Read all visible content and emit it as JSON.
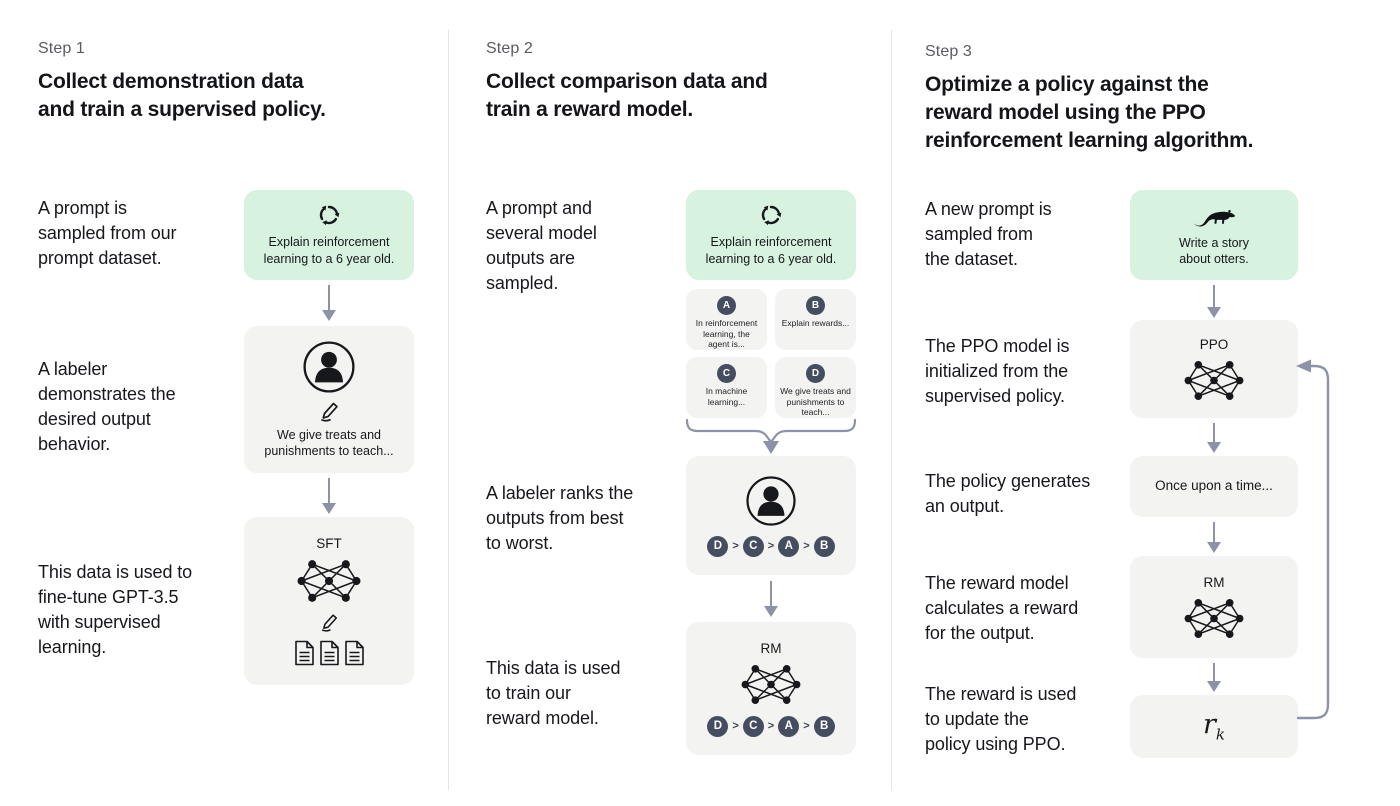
{
  "colors": {
    "prompt_box_green": "#d7f2de",
    "model_box_gray": "#f3f3f1",
    "arrow_gray": "#8d92a8",
    "badge_dark": "#454d60",
    "divider_gray": "#e5e5e4"
  },
  "step1": {
    "label": "Step 1",
    "title": "Collect demonstration data\nand train a supervised policy.",
    "caption_prompt": "A prompt is\nsampled from our\nprompt dataset.",
    "caption_labeler": "A labeler\ndemonstrates the\ndesired output\nbehavior.",
    "caption_finetune": "This data is used to\nfine-tune GPT-3.5\nwith supervised\nlearning.",
    "prompt_text": "Explain reinforcement\nlearning to a 6 year old.",
    "demo_text": "We give treats and\npunishments to teach...",
    "model_label": "SFT"
  },
  "step2": {
    "label": "Step 2",
    "title": "Collect comparison data and\ntrain a reward model.",
    "caption_prompt": "A prompt and\nseveral model\noutputs are\nsampled.",
    "caption_rank": "A labeler ranks the\noutputs from best\nto worst.",
    "caption_train": "This data is used\nto train our\nreward model.",
    "prompt_text": "Explain reinforcement\nlearning to a 6 year old.",
    "outputs": [
      {
        "badge": "A",
        "text": "In reinforcement\nlearning, the\nagent is..."
      },
      {
        "badge": "B",
        "text": "Explain rewards..."
      },
      {
        "badge": "C",
        "text": "In machine\nlearning..."
      },
      {
        "badge": "D",
        "text": "We give treats and\npunishments to\nteach..."
      }
    ],
    "ranking": [
      "D",
      "C",
      "A",
      "B"
    ],
    "ranking_separator": ">",
    "model_label": "RM"
  },
  "step3": {
    "label": "Step 3",
    "title": "Optimize a policy against the\nreward model using the PPO\nreinforcement learning algorithm.",
    "caption_prompt": "A new prompt is\nsampled from\nthe dataset.",
    "caption_init": "The PPO model is\ninitialized from the\nsupervised policy.",
    "caption_output": "The policy generates\nan output.",
    "caption_reward": "The reward model\ncalculates a reward\nfor the output.",
    "caption_update": "The reward is used\nto update the\npolicy using PPO.",
    "prompt_text": "Write a story\nabout otters.",
    "ppo_label": "PPO",
    "output_text": "Once upon a time...",
    "rm_label": "RM",
    "reward_symbol": "r",
    "reward_subscript": "k"
  }
}
